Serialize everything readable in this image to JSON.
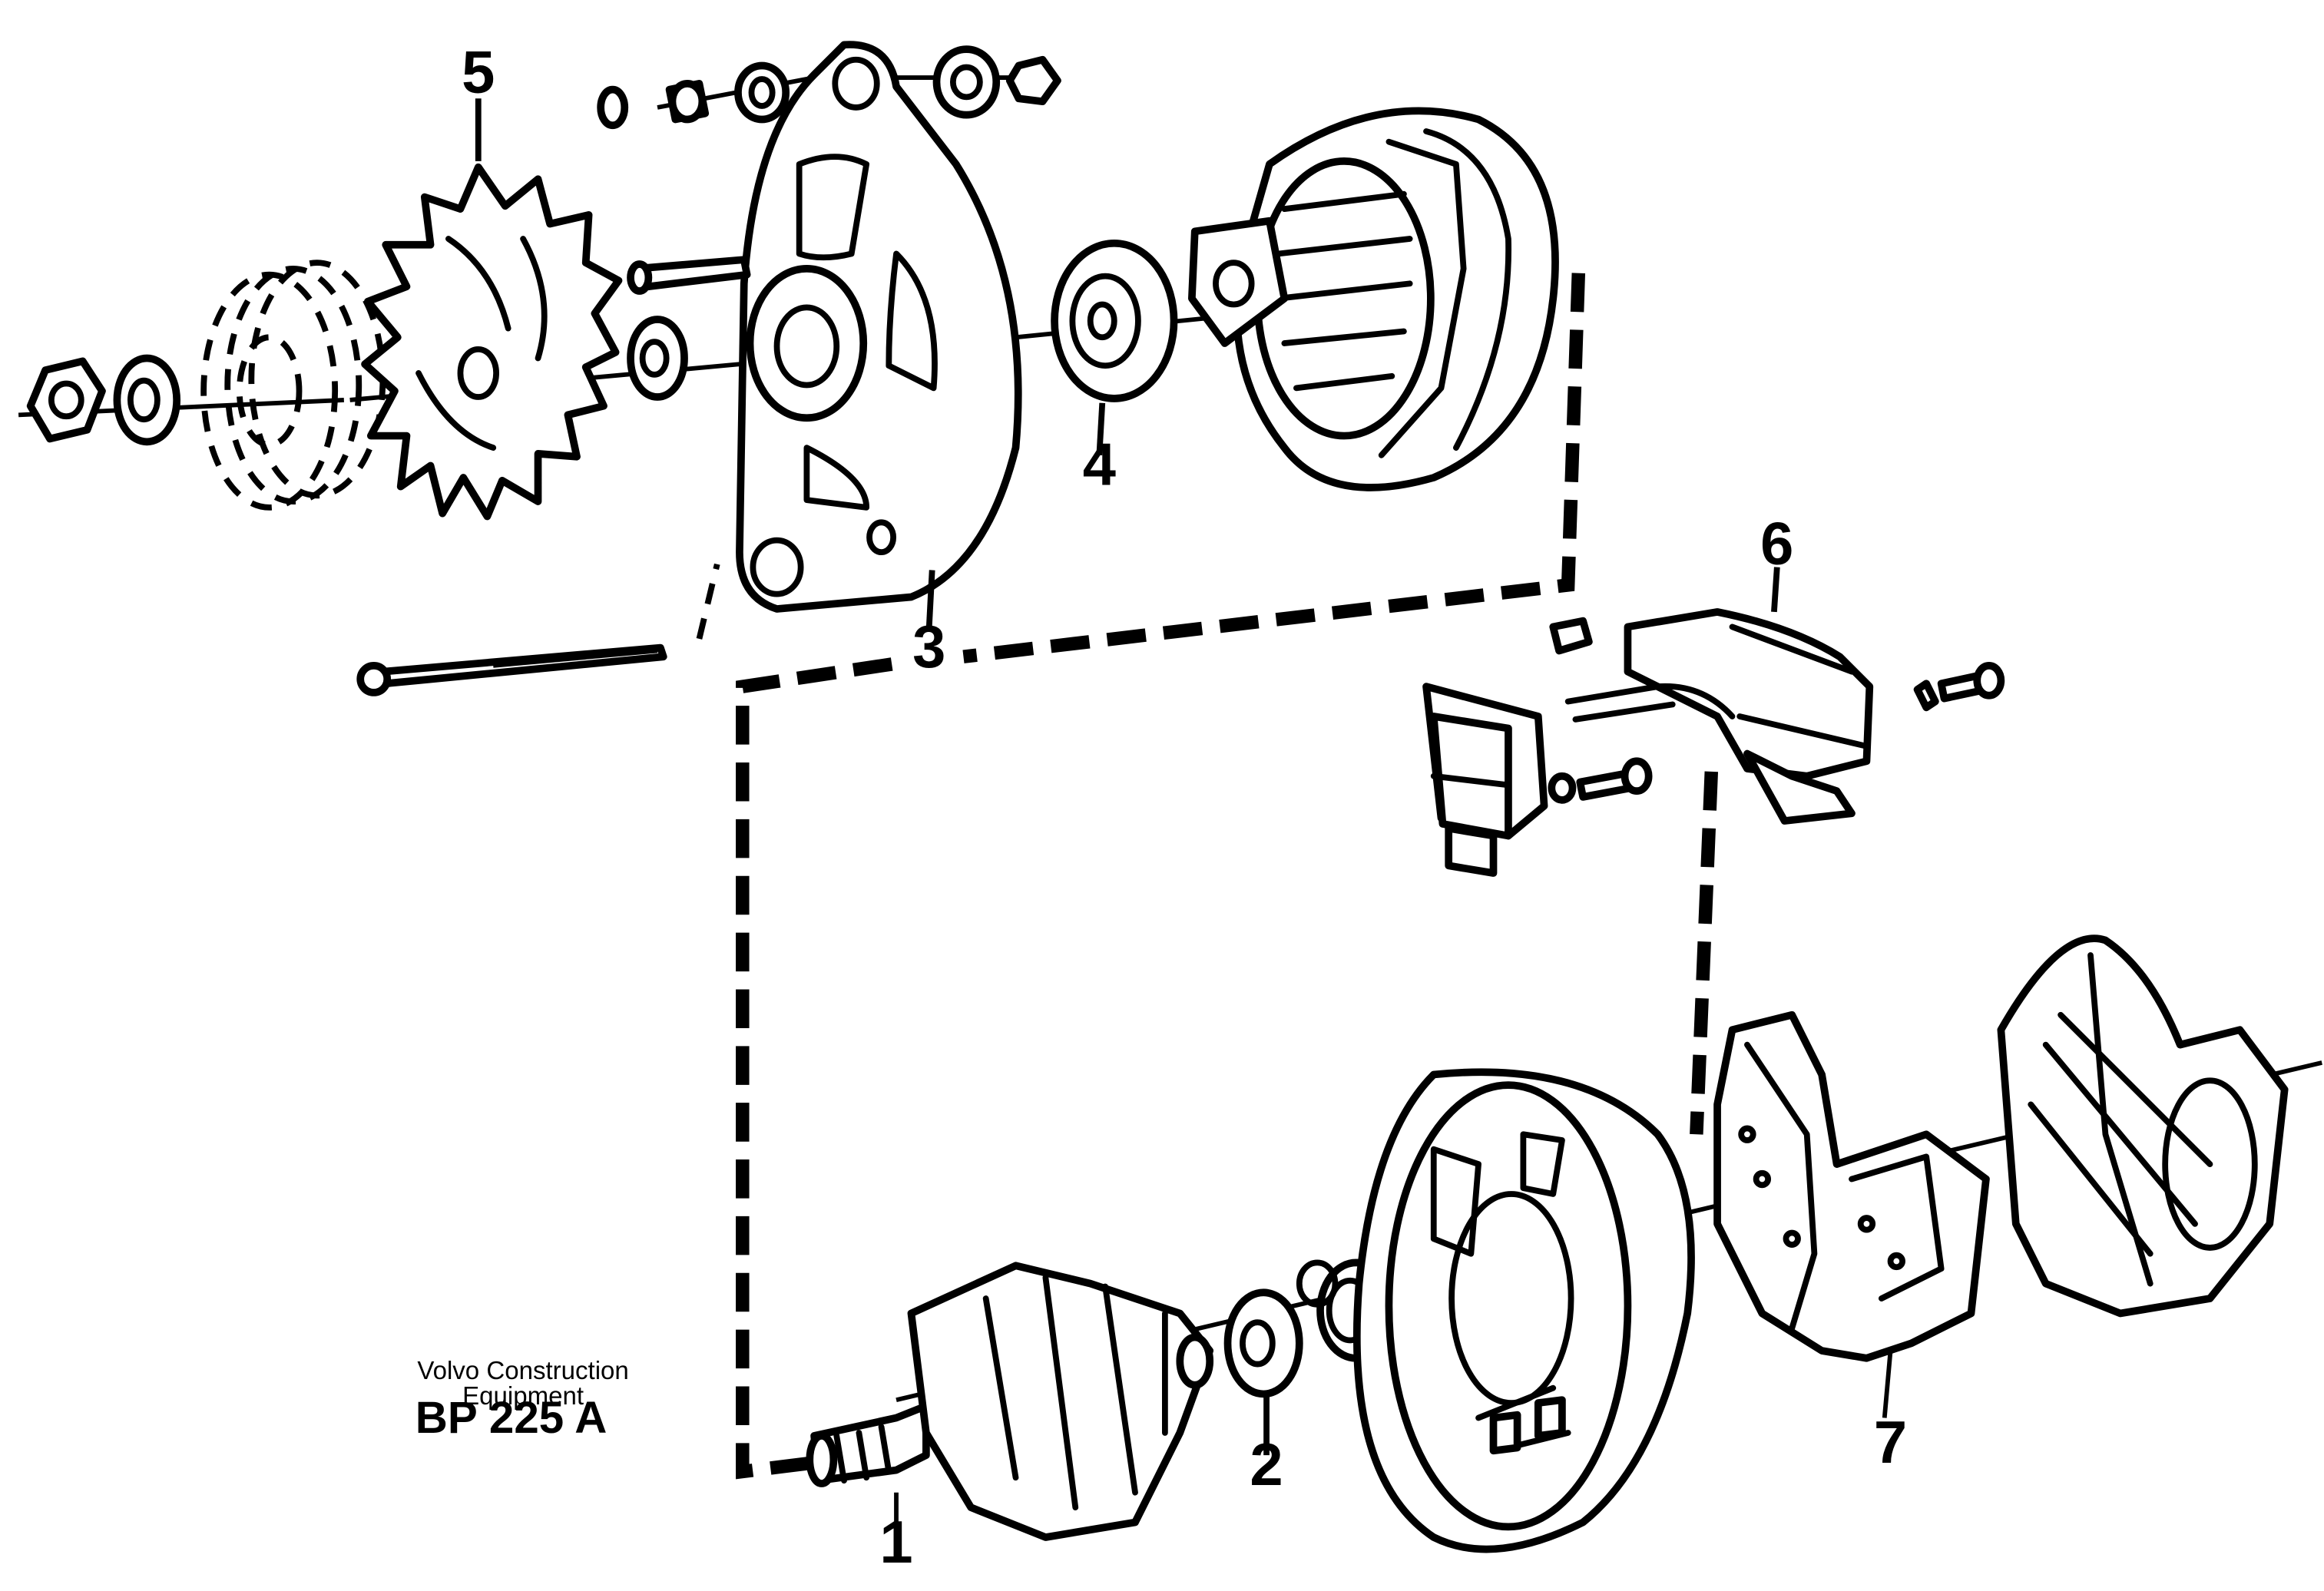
{
  "callouts": [
    {
      "id": "1",
      "label": "1"
    },
    {
      "id": "2",
      "label": "2"
    },
    {
      "id": "3",
      "label": "3"
    },
    {
      "id": "4",
      "label": "4"
    },
    {
      "id": "5",
      "label": "5"
    },
    {
      "id": "6",
      "label": "6"
    },
    {
      "id": "7",
      "label": "7"
    }
  ],
  "caption": {
    "line1": "Volvo Construction",
    "line2": "Equipment",
    "code": "BP 225 A"
  }
}
